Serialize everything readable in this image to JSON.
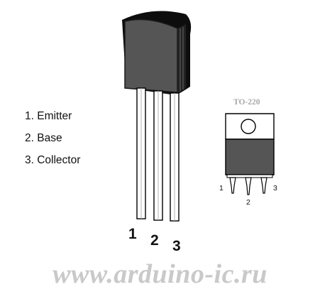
{
  "to92": {
    "pin_list": [
      "1. Emitter",
      "2. Base",
      "3. Collector"
    ],
    "lead_numbers": [
      "1",
      "2",
      "3"
    ]
  },
  "to220": {
    "title": "TO-220",
    "pin_numbers": [
      "1",
      "2",
      "3"
    ]
  },
  "watermark": "www.arduino-ic.ru"
}
